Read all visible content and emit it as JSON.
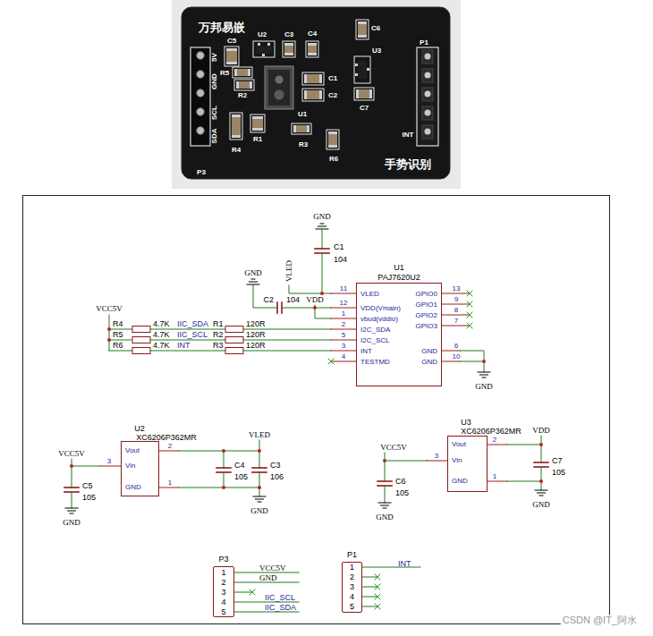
{
  "diagram": {
    "nodes": [
      {
        "text": [
          "U1",
          "PAJ7620U2",
          "VLED",
          "VDD(Vmain)",
          "vbud(vddio)",
          "I2C_SDA",
          "I2C_SCL",
          "INT",
          "TESTMD",
          "GPIO0",
          "GPIO1",
          "GPIO2",
          "GPIO3",
          "GND",
          "GND"
        ]
      },
      {
        "text": [
          "U2",
          "XC6206P362MR",
          "Vout",
          "Vin",
          "GND"
        ]
      },
      {
        "text": [
          "U3",
          "XC6206P362MR",
          "Vout",
          "Vin",
          "GND"
        ]
      },
      {
        "text": [
          "P3",
          "1",
          "2",
          "3",
          "4",
          "5"
        ]
      },
      {
        "text": [
          "P1",
          "1",
          "2",
          "3",
          "4",
          "5"
        ]
      }
    ],
    "labels": [
      "万邦易嵌",
      "C5",
      "U2",
      "C3",
      "C4",
      "C6",
      "5V",
      "R5",
      "GND",
      "R2",
      "SCL",
      "C1",
      "C2",
      "U3",
      "P1",
      "C7",
      "U1",
      "R1",
      "SDA",
      "R3",
      "R4",
      "R6",
      "INT",
      "P3",
      "手势识别",
      "GND",
      "C1",
      "104",
      "GND",
      "VLED",
      "VDD",
      "C2",
      "104",
      "11",
      "12",
      "1",
      "2",
      "5",
      "3",
      "4",
      "13",
      "9",
      "8",
      "7",
      "6",
      "10",
      "GND",
      "VCC5V",
      "R4",
      "4.7K",
      "IIC_SDA",
      "R1",
      "120R",
      "R5",
      "4.7K",
      "IIC_SCL",
      "R2",
      "120R",
      "R6",
      "4.7K",
      "INT",
      "R3",
      "120R",
      "VCC5V",
      "3",
      "2",
      "1",
      "VLED",
      "C4",
      "105",
      "C3",
      "106",
      "C5",
      "105",
      "GND",
      "GND",
      "VCC5V",
      "3",
      "2",
      "1",
      "VDD",
      "C6",
      "105",
      "C7",
      "105",
      "GND",
      "GND",
      "VCC5V",
      "GND",
      "IIC_SCL",
      "IIC_SDA",
      "INT",
      "CSDN @IT_阿水"
    ]
  }
}
